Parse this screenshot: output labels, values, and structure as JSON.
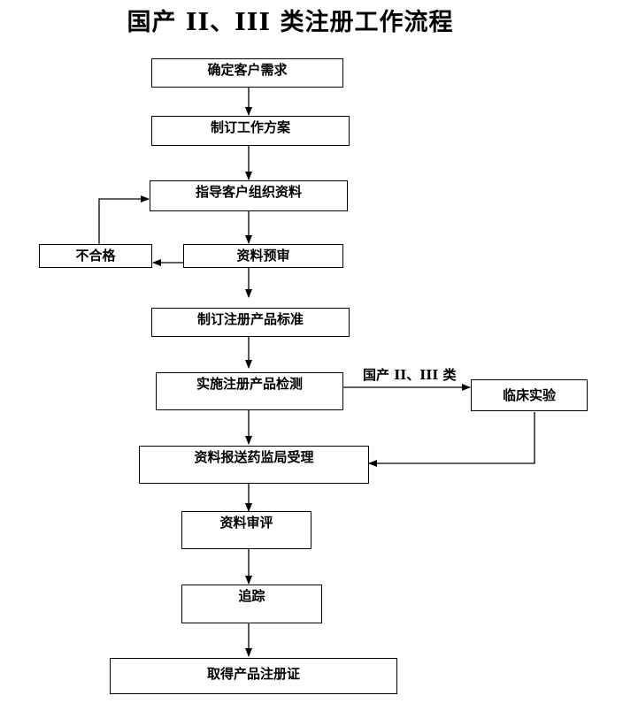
{
  "title": "国产 II、III 类注册工作流程",
  "steps": {
    "confirm_needs": "确定客户需求",
    "make_plan": "制订工作方案",
    "guide_materials": "指导客户组织资料",
    "pre_review": "资料预审",
    "unqualified": "不合格",
    "make_standard": "制订注册产品标准",
    "product_testing": "实施注册产品检测",
    "clinical_trial": "临床实验",
    "submit_fda": "资料报送药监局受理",
    "review": "资料审评",
    "follow_up": "追踪",
    "get_certificate": "取得产品注册证"
  },
  "edge_labels": {
    "class_2_3": "国产 II、III 类"
  }
}
